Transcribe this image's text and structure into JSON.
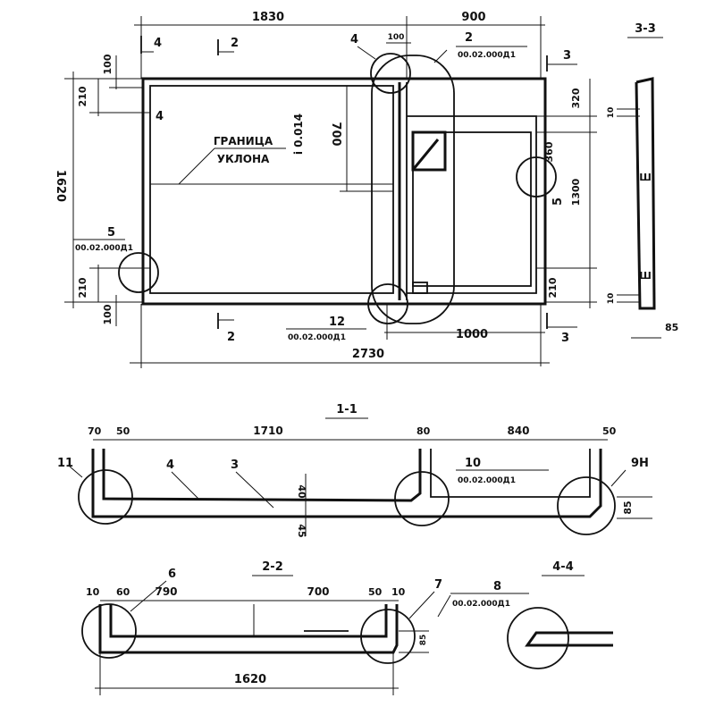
{
  "plan": {
    "dims": {
      "top_left": "1830",
      "top_right": "900",
      "left_total": "1620",
      "left_top_210": "210",
      "left_top_100": "100",
      "left_bot_210": "210",
      "left_bot_100": "100",
      "inner_700": "700",
      "top_small_100": "100",
      "right_320": "320",
      "right_360": "360",
      "right_1300": "1300",
      "right_210": "210",
      "bottom_1000": "1000",
      "bottom_total": "2730"
    },
    "section_marks": {
      "s4_top": "4",
      "s4_left": "4",
      "s2_top": "2",
      "s2_bottom": "2",
      "s3_top": "3",
      "s3_bottom": "3"
    },
    "callouts": {
      "c4_top": "4",
      "c2_top_num": "2",
      "c2_top_ref": "00.02.000Д1",
      "c5_num": "5",
      "c5_ref": "00.02.000Д1",
      "c12_num": "12",
      "c12_ref": "00.02.000Д1",
      "c5_right": "5"
    },
    "slope": {
      "line1": "ГРАНИЦА",
      "line2": "УКЛОНА",
      "value": "i 0.014"
    }
  },
  "section33": {
    "title": "3-3",
    "dim_10_top": "10",
    "dim_10_bot": "10",
    "dim_85": "85",
    "mark_top": "Ш",
    "mark_bot": "Ш"
  },
  "section11": {
    "title": "1-1",
    "d_70": "70",
    "d_50_left": "50",
    "d_1710": "1710",
    "d_80": "80",
    "d_840": "840",
    "d_50_right": "50",
    "d_40": "40",
    "d_45": "45",
    "d_85": "85",
    "c11": "11",
    "c4": "4",
    "c3": "3",
    "c10_num": "10",
    "c10_ref": "00.02.000Д1",
    "c9n": "9Н"
  },
  "section22": {
    "title": "2-2",
    "d_10_left": "10",
    "d_60": "60",
    "d_790": "790",
    "d_700": "700",
    "d_50": "50",
    "d_10_right": "10",
    "d_85": "85",
    "d_1620": "1620",
    "c6": "6",
    "c7": "7"
  },
  "section44": {
    "title": "4-4",
    "c8_num": "8",
    "c8_ref": "00.02.000Д1"
  }
}
